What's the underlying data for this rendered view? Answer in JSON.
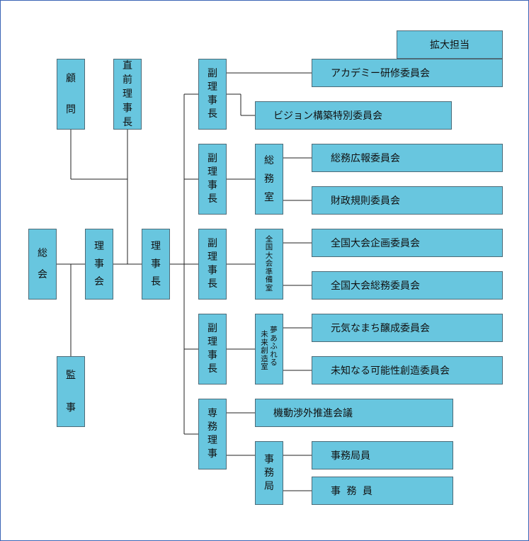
{
  "general_assembly": "総会",
  "auditor": "監事",
  "advisor": "顧問",
  "immediate_past_president": "直前理事長",
  "board": "理事会",
  "president": "理事長",
  "vp": [
    "副理事長",
    "副理事長",
    "副理事長",
    "副理事長"
  ],
  "managing_director": "専務理事",
  "office_general": "総務室",
  "office_national": "全国大会準備室",
  "office_future_col1": "夢あふれる",
  "office_future_col2": "未来創造室",
  "secretariat": "事務局",
  "expansion": "拡大担当",
  "committees": {
    "academy": "アカデミー研修委員会",
    "vision": "ビジョン構築特別委員会",
    "general_affairs_pr": "総務広報委員会",
    "finance_rules": "財政規則委員会",
    "national_planning": "全国大会企画委員会",
    "national_general": "全国大会総務委員会",
    "genki_town": "元気なまち醸成委員会",
    "unknown_possibility": "未知なる可能性創造委員会",
    "mobile_negotiation": "機動渉外推進会議",
    "secretariat_staff": "事務局員",
    "staff": "事 務 員"
  }
}
